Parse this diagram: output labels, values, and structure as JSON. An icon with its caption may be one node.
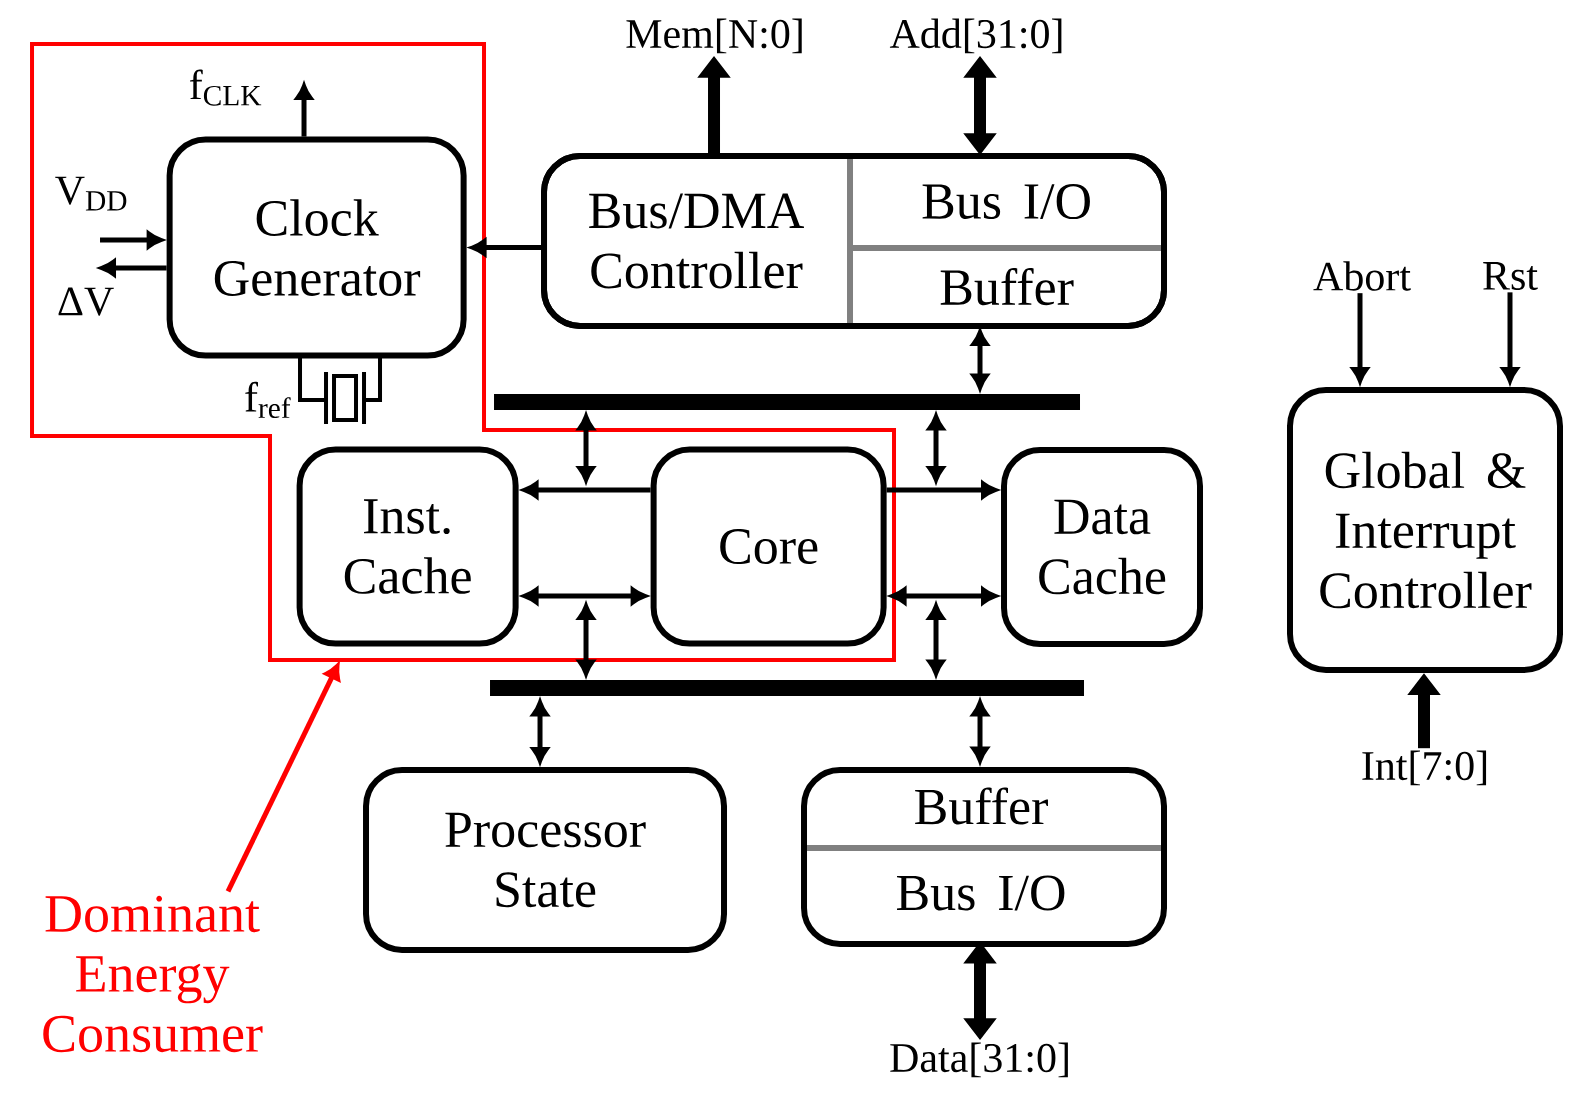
{
  "diagram": {
    "nodes": [
      {
        "text": [],
        "shape": "box"
      },
      {
        "text": [
          "Clock Generator"
        ],
        "in": 0
      },
      {
        "text": [
          "Bus/DMA Controller"
        ]
      },
      {
        "text": [
          "Bus I/O"
        ],
        "in": 2
      },
      {
        "text": [
          "Buffer"
        ],
        "in": 2
      },
      {
        "text": [
          "Global & Interrupt Controller"
        ]
      },
      {
        "text": [],
        "shape": "bar"
      },
      {
        "text": [
          "Inst. Cache"
        ],
        "in": 0
      },
      {
        "text": [
          "Core"
        ],
        "in": 0
      },
      {
        "text": [
          "Data Cache"
        ]
      },
      {
        "text": [],
        "shape": "bar"
      },
      {
        "text": [
          "Processor State"
        ]
      },
      {
        "text": [],
        "shape": "box"
      },
      {
        "text": [
          "Buffer"
        ],
        "in": 12
      },
      {
        "text": [
          "Bus I/O"
        ],
        "in": 12
      },
      {
        "text": [
          "Dominant Energy Consumer"
        ]
      },
      {
        "text": [
          "f$_{CLK}$"
        ],
        "in": 0
      },
      {
        "text": [
          "V$_{DD}$"
        ],
        "in": 0
      },
      {
        "text": [
          "ΔV"
        ],
        "in": 0
      },
      {
        "text": [
          "Mem[N:0]"
        ]
      },
      {
        "text": [
          "Add[31:0]"
        ]
      },
      {
        "text": [
          "Data[31:0]"
        ]
      },
      {
        "text": [
          "Abort"
        ]
      },
      {
        "text": [
          "Rst"
        ]
      },
      {
        "text": [
          "Int[7:0]"
        ]
      }
    ],
    "edges": [
      {
        "from": 2,
        "to": 1,
        "arrow": "to"
      },
      {
        "from": 1,
        "to": 16,
        "arrow": "to"
      },
      {
        "from": 17,
        "to": 1,
        "arrow": "to"
      },
      {
        "from": 1,
        "to": 18,
        "arrow": "to"
      },
      {
        "from": 2,
        "to": 19,
        "arrow": "to",
        "style": "thick"
      },
      {
        "from": 3,
        "to": 20,
        "arrow": "both",
        "style": "thick"
      },
      {
        "from": 4,
        "to": 6,
        "arrow": "both"
      },
      {
        "from": 8,
        "to": 7,
        "arrow": "to"
      },
      {
        "from": 7,
        "to": 8,
        "arrow": "both"
      },
      {
        "from": 8,
        "to": 9,
        "arrow": "to"
      },
      {
        "from": 8,
        "to": 9,
        "arrow": "both"
      },
      {
        "from": 6,
        "to": null,
        "arrow": "both"
      },
      {
        "from": 6,
        "to": null,
        "arrow": "both"
      },
      {
        "from": 10,
        "to": null,
        "arrow": "both"
      },
      {
        "from": 10,
        "to": null,
        "arrow": "both"
      },
      {
        "from": 10,
        "to": 11,
        "arrow": "both"
      },
      {
        "from": 10,
        "to": 13,
        "arrow": "both"
      },
      {
        "from": 14,
        "to": 21,
        "arrow": "both",
        "style": "thick"
      },
      {
        "from": 22,
        "to": 5,
        "arrow": "to"
      },
      {
        "from": 23,
        "to": 5,
        "arrow": "to"
      },
      {
        "from": 24,
        "to": 5,
        "arrow": "to",
        "style": "thick"
      },
      {
        "from": 15,
        "to": 0,
        "arrow": "to",
        "color": "#ff0000"
      }
    ],
    "labels": [
      "f$_{ref}$"
    ]
  }
}
